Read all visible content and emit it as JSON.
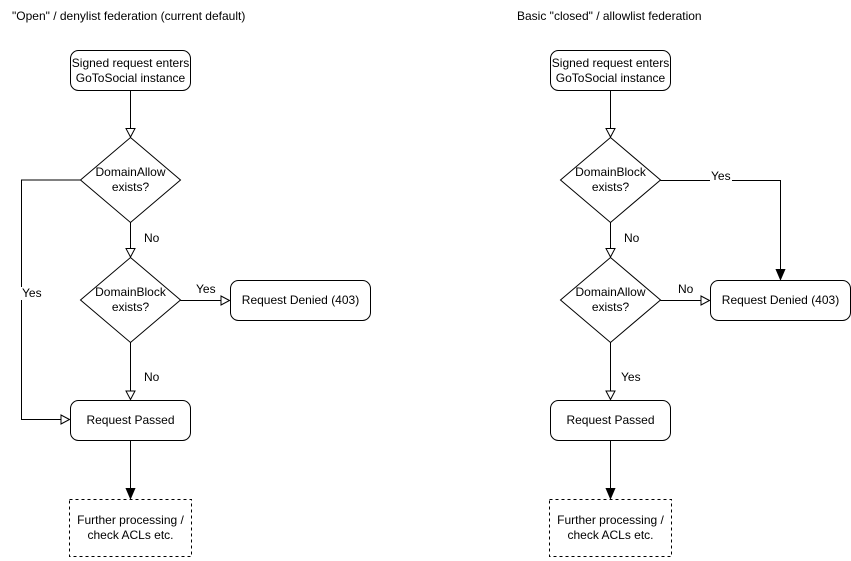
{
  "colors": {
    "stroke": "#000000",
    "node_fill": "#ffffff",
    "text": "#000000",
    "background": "#ffffff"
  },
  "diagrams": {
    "left": {
      "title": "\"Open\" / denylist federation (current default)",
      "nodes": {
        "start": "Signed request enters\nGoToSocial instance",
        "decision1": "DomainAllow\nexists?",
        "decision2": "DomainBlock\nexists?",
        "denied": "Request Denied (403)",
        "passed": "Request Passed",
        "further": "Further processing /\ncheck ACLs etc."
      },
      "edge_labels": {
        "decision1_yes": "Yes",
        "decision1_no": "No",
        "decision2_yes": "Yes",
        "decision2_no": "No"
      }
    },
    "right": {
      "title": "Basic \"closed\" / allowlist federation",
      "nodes": {
        "start": "Signed request enters\nGoToSocial instance",
        "decision1": "DomainBlock\nexists?",
        "decision2": "DomainAllow\nexists?",
        "denied": "Request Denied (403)",
        "passed": "Request Passed",
        "further": "Further processing /\ncheck ACLs etc."
      },
      "edge_labels": {
        "decision1_yes": "Yes",
        "decision1_no": "No",
        "decision2_no": "No",
        "decision2_yes": "Yes"
      }
    }
  }
}
